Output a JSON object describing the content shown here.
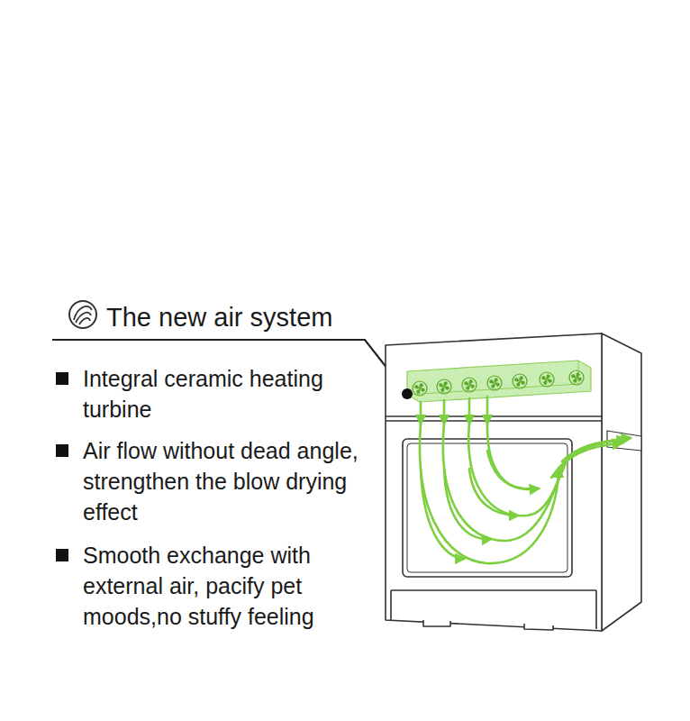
{
  "diagram": {
    "title": "The new air system",
    "labels": [
      "Integral ceramic heating turbine",
      "Air flow without dead angle, strengthen the blow drying effect",
      "Smooth exchange with external air, pacify pet moods,no stuffy feeling"
    ]
  }
}
